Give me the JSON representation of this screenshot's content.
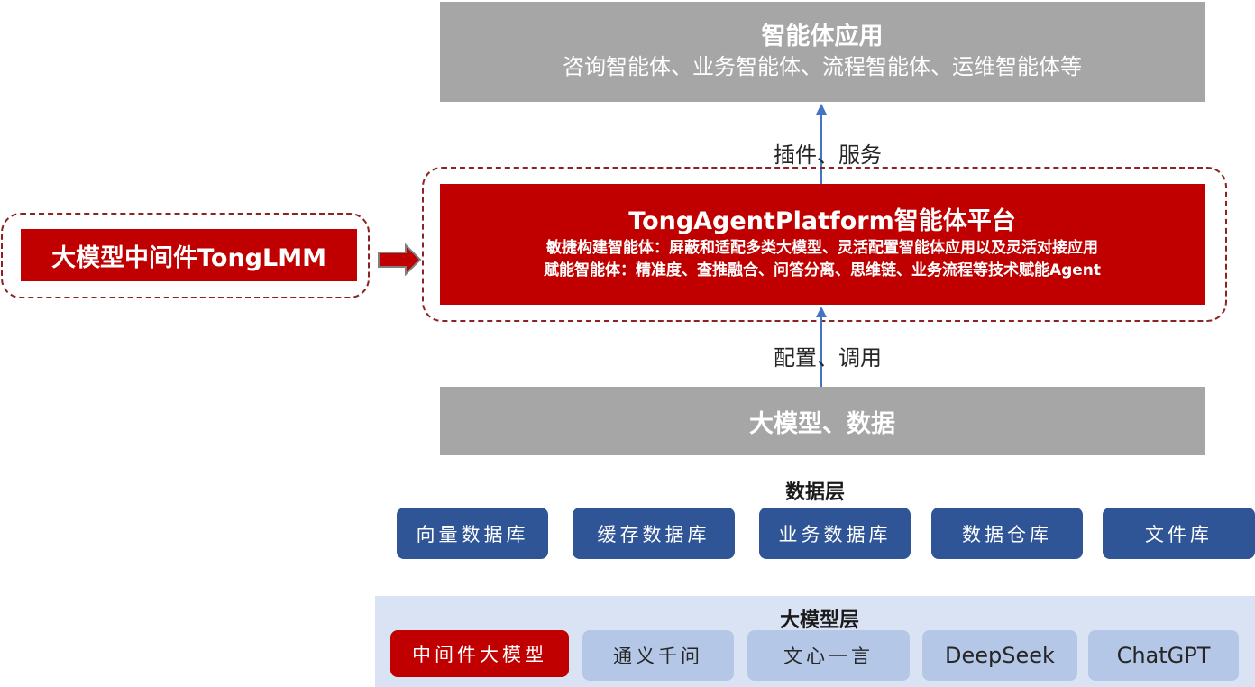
{
  "app_layer": {
    "title": "智能体应用",
    "subtitle": "咨询智能体、业务智能体、流程智能体、运维智能体等"
  },
  "connector_top": {
    "label": "插件、服务"
  },
  "platform": {
    "title": "TongAgentPlatform智能体平台",
    "line1": "敏捷构建智能体：屏蔽和适配多类大模型、灵活配置智能体应用以及灵活对接应用",
    "line2": "赋能智能体：精准度、查推融合、问答分离、思维链、业务流程等技术赋能Agent"
  },
  "middleware": {
    "label": "大模型中间件TongLMM"
  },
  "connector_bottom": {
    "label": "配置、调用"
  },
  "model_data": {
    "title": "大模型、数据"
  },
  "data_layer": {
    "title": "数据层",
    "items": [
      "向量数据库",
      "缓存数据库",
      "业务数据库",
      "数据仓库",
      "文件库"
    ]
  },
  "model_layer": {
    "title": "大模型层",
    "items": [
      "中间件大模型",
      "通义千问",
      "文心一言",
      "DeepSeek",
      "ChatGPT"
    ]
  },
  "colors": {
    "red": "#c00000",
    "gray": "#a6a6a6",
    "dark_blue": "#2f5597",
    "light_blue": "#b4c7e7",
    "pale_blue": "#dae3f3",
    "arrow_blue": "#4472c4",
    "dashed_border": "#8b2323"
  }
}
